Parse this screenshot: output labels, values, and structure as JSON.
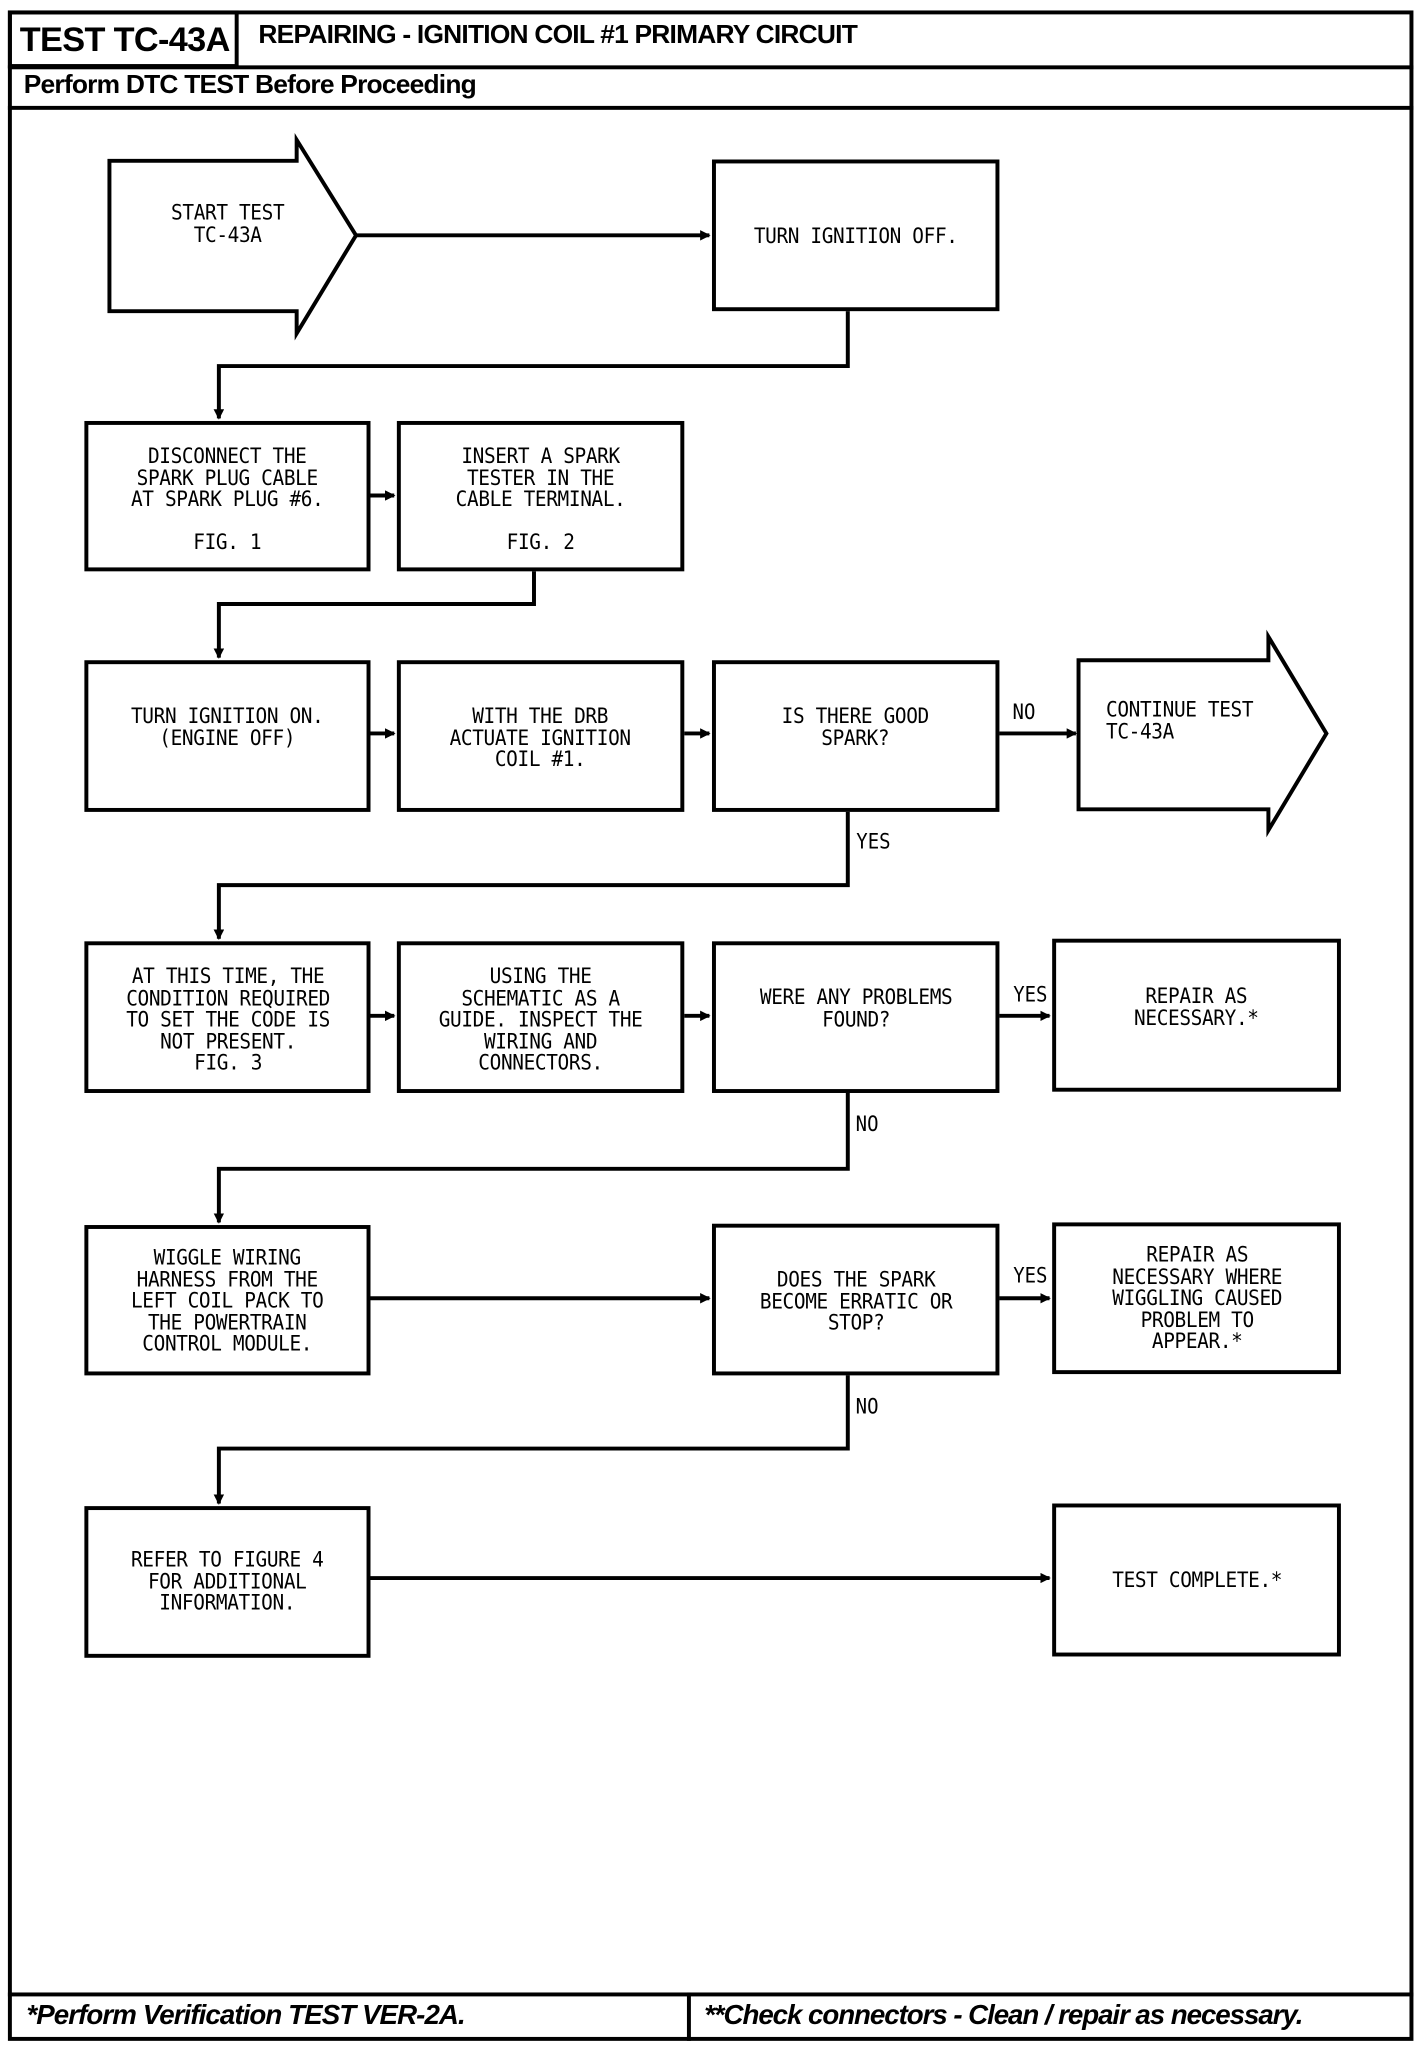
{
  "header": {
    "test_id": "TEST TC-43A",
    "title": "REPAIRING - IGNITION COIL #1 PRIMARY CIRCUIT",
    "subtitle": "Perform DTC TEST Before Proceeding"
  },
  "flowchart": {
    "start": {
      "text": "START TEST\nTC-43A"
    },
    "continue": {
      "text": "CONTINUE TEST\nTC-43A"
    },
    "steps": {
      "turn_off": "TURN IGNITION OFF.",
      "disconnect": "DISCONNECT THE\nSPARK PLUG CABLE\nAT SPARK PLUG #6.\n\nFIG. 1",
      "insert_tester": "INSERT A SPARK\nTESTER IN THE\nCABLE TERMINAL.\n\nFIG. 2",
      "turn_on": "TURN IGNITION ON.\n(ENGINE OFF)",
      "actuate": "WITH THE DRB\nACTUATE IGNITION\nCOIL #1.",
      "good_spark": "IS THERE GOOD\nSPARK?",
      "condition": "AT THIS TIME, THE\nCONDITION REQUIRED\nTO SET THE CODE IS\nNOT PRESENT.\nFIG. 3",
      "inspect": "USING THE\nSCHEMATIC AS A\nGUIDE. INSPECT THE\nWIRING AND\nCONNECTORS.",
      "problems_found": "WERE ANY PROBLEMS\nFOUND?",
      "repair1": "REPAIR AS\nNECESSARY.*",
      "wiggle": "WIGGLE WIRING\nHARNESS FROM THE\nLEFT COIL PACK TO\nTHE POWERTRAIN\nCONTROL MODULE.",
      "erratic": "DOES THE SPARK\nBECOME ERRATIC OR\nSTOP?",
      "repair2": "REPAIR AS\nNECESSARY WHERE\nWIGGLING CAUSED\nPROBLEM TO\nAPPEAR.*",
      "refer": "REFER TO FIGURE 4\nFOR ADDITIONAL\nINFORMATION.",
      "complete": "TEST COMPLETE.*"
    },
    "labels": {
      "no_good_spark": "NO",
      "yes_good_spark": "YES",
      "yes_problems": "YES",
      "no_problems": "NO",
      "yes_erratic": "YES",
      "no_erratic": "NO"
    }
  },
  "footer": {
    "left": "*Perform Verification TEST VER-2A.",
    "right": "**Check connectors - Clean / repair as necessary."
  }
}
